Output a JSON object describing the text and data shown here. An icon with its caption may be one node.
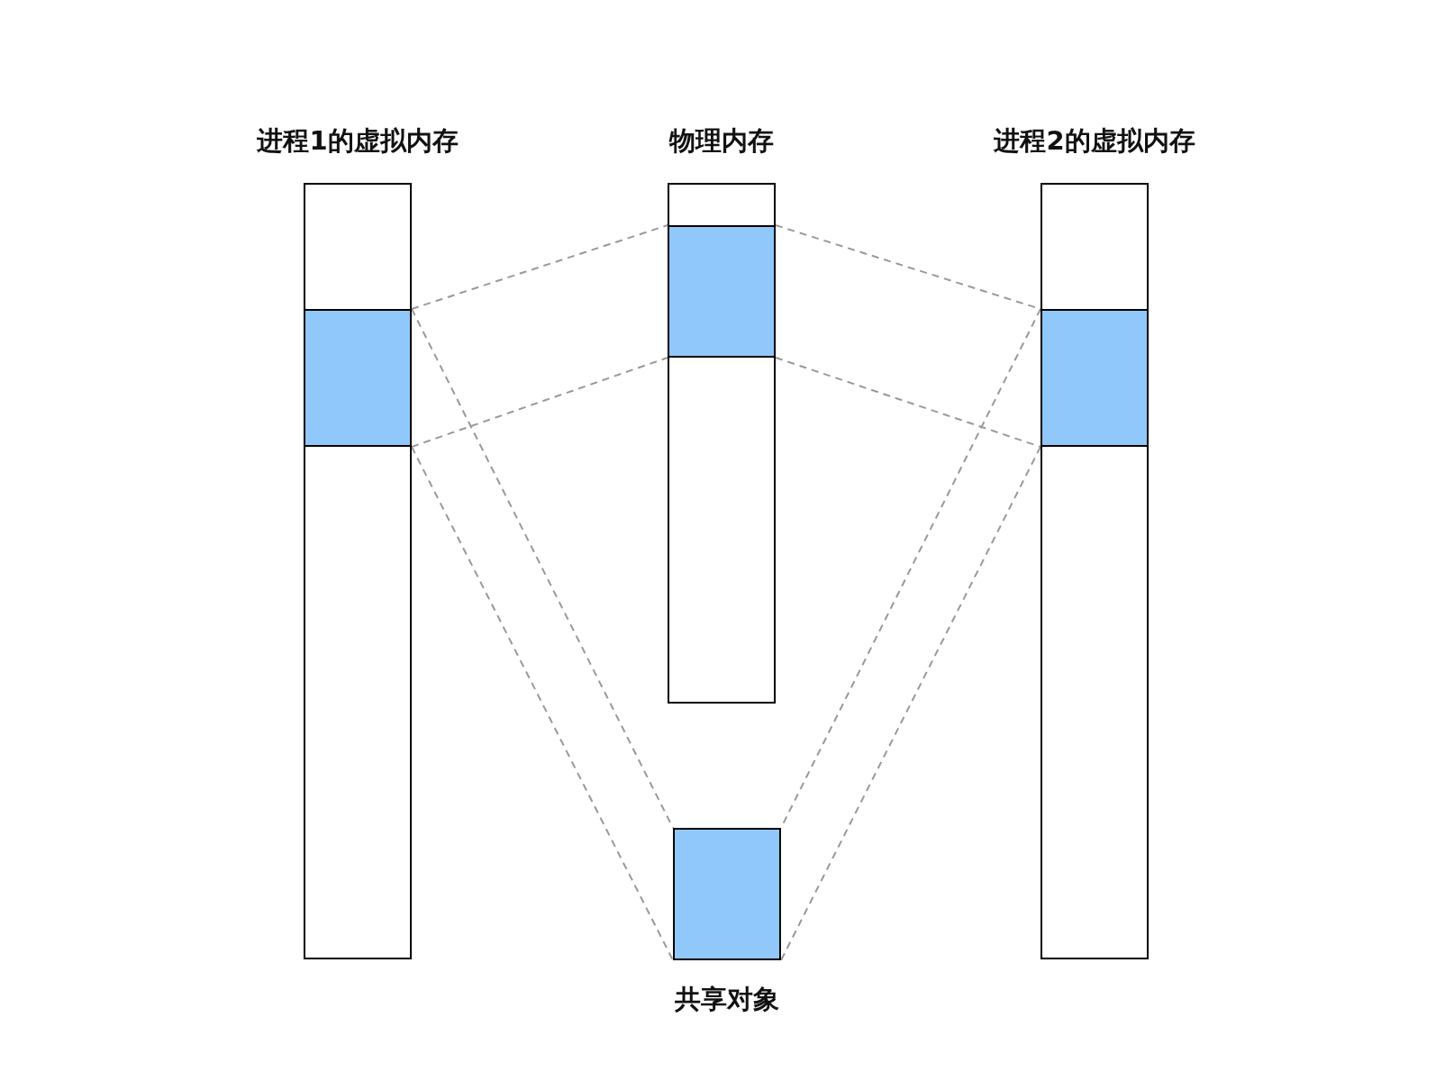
{
  "diagram": {
    "nodes": [
      {
        "text": [
          "进程1的虚拟内存"
        ]
      },
      {
        "text": [],
        "shape": "bar",
        "in": 0
      },
      {
        "text": [
          "物理内存"
        ]
      },
      {
        "text": [],
        "shape": "bar",
        "in": 2
      },
      {
        "text": [
          "进程2的虚拟内存"
        ]
      },
      {
        "text": [],
        "shape": "bar",
        "in": 4
      },
      {
        "text": [
          "共享对象"
        ]
      }
    ],
    "edges": [
      {
        "from": 1,
        "to": 3,
        "arrow": "none",
        "style": "dashed"
      },
      {
        "from": 1,
        "to": 3,
        "arrow": "none",
        "style": "dashed"
      },
      {
        "from": 3,
        "to": 5,
        "arrow": "none",
        "style": "dashed"
      },
      {
        "from": 3,
        "to": 5,
        "arrow": "none",
        "style": "dashed"
      },
      {
        "from": 1,
        "to": 6,
        "arrow": "none",
        "style": "dashed"
      },
      {
        "from": 1,
        "to": 6,
        "arrow": "none",
        "style": "dashed"
      },
      {
        "from": 5,
        "to": 6,
        "arrow": "none",
        "style": "dashed"
      },
      {
        "from": 5,
        "to": 6,
        "arrow": "none",
        "style": "dashed"
      }
    ]
  }
}
